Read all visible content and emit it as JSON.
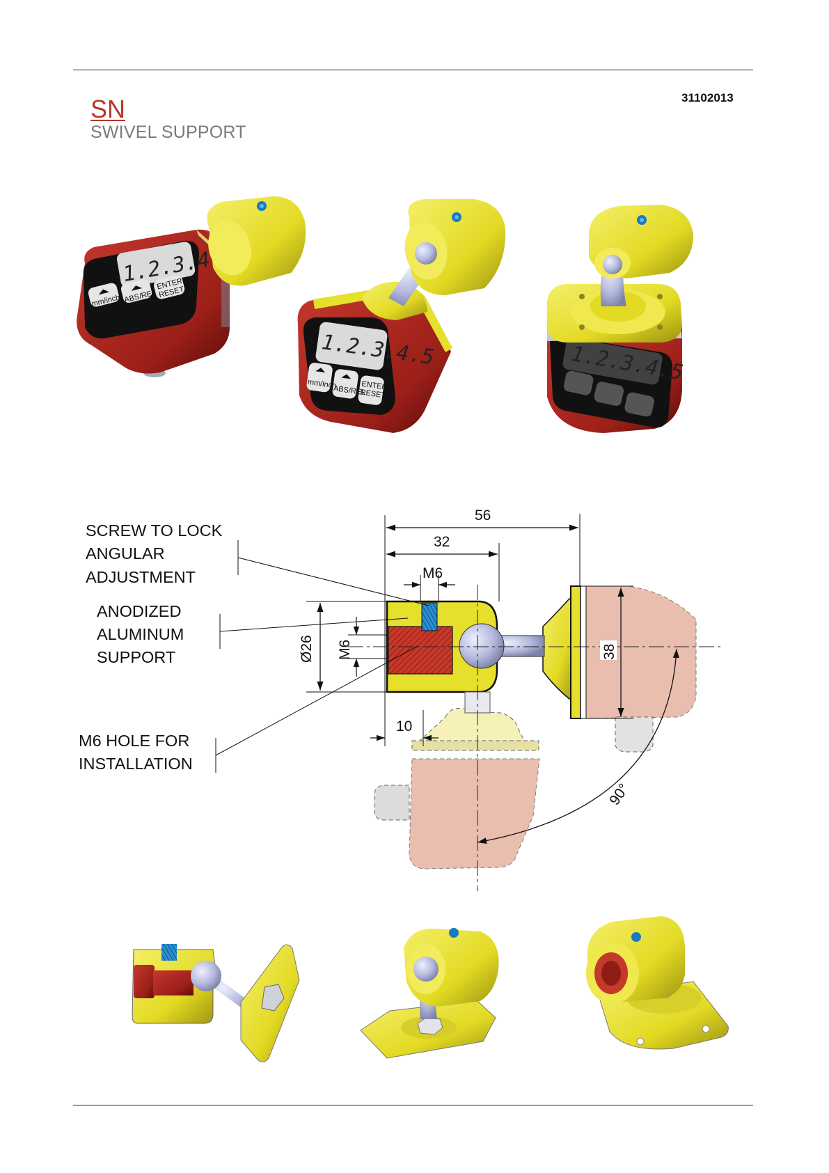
{
  "header": {
    "code": "SN",
    "name": "SWIVEL SUPPORT",
    "doc_id": "31102013"
  },
  "device": {
    "lcd_value": "1.2.3.4.5",
    "btn_mm": "mm/inch",
    "btn_abs": "ABS/REL",
    "btn_enter": "ENTER",
    "btn_reset": "RESET"
  },
  "drawing": {
    "callouts": {
      "screw": [
        "SCREW TO LOCK",
        "ANGULAR",
        "ADJUSTMENT"
      ],
      "support": [
        "ANODIZED",
        "ALUMINUM",
        "SUPPORT"
      ],
      "hole": [
        "M6 HOLE FOR",
        "INSTALLATION"
      ]
    },
    "dims": {
      "overall": "56",
      "body": "32",
      "screw_thread": "M6",
      "diameter": "Ø26",
      "hole_thread": "M6",
      "display_height": "38",
      "hole_offset": "10",
      "angle": "90°"
    }
  },
  "colors": {
    "yellow": "#e6df2c",
    "red": "#a3221c",
    "ball": "#b9bfe0",
    "pink": "#e8b7a6",
    "title_red": "#b7362a"
  }
}
